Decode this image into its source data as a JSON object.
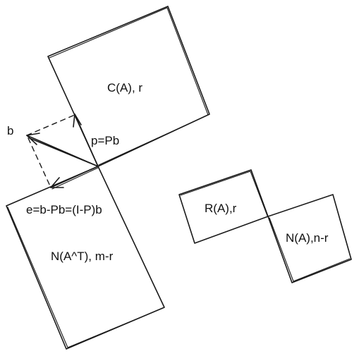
{
  "labels": {
    "column_space": "C(A), r",
    "left_nullspace": "N(A^T), m-r",
    "row_space": "R(A),r",
    "nullspace": "N(A),n-r",
    "vector_b": "b",
    "projection": "p=Pb",
    "error": "e=b-Pb=(I-P)b"
  },
  "colors": {
    "ink": "#1a1a1a",
    "background": "#ffffff"
  }
}
